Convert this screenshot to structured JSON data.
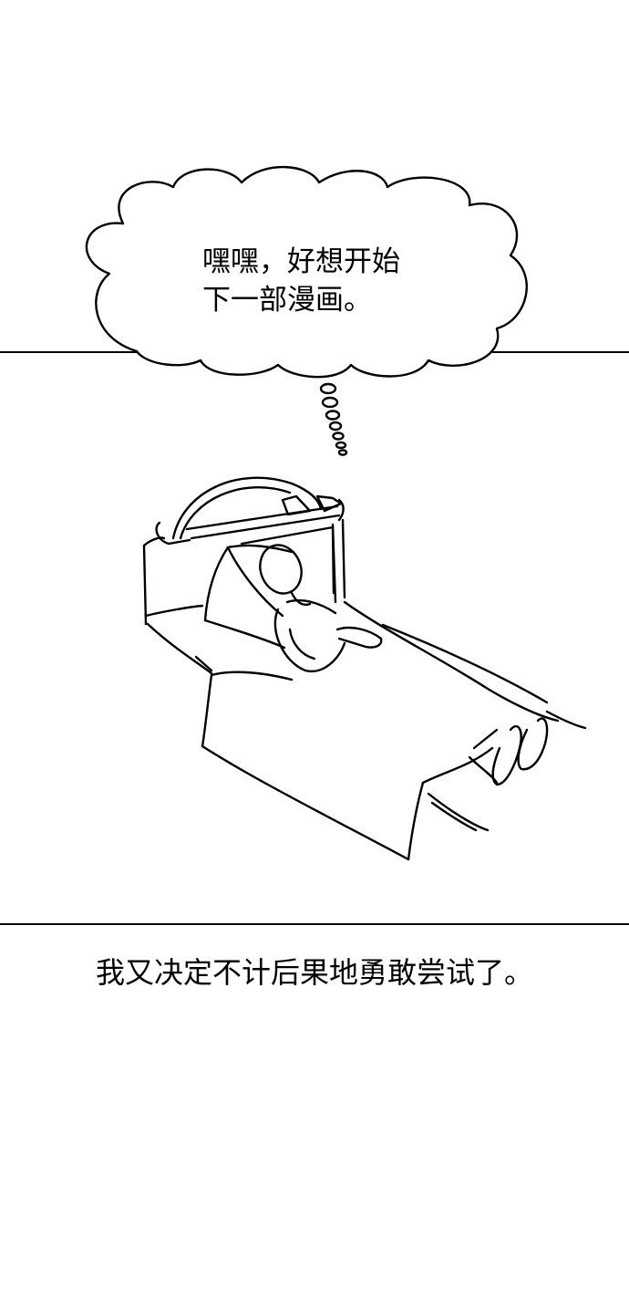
{
  "thought_bubble": {
    "line1": "嘿嘿，好想开始",
    "line2": "下一部漫画。"
  },
  "caption": {
    "text": "我又决定不计后果地勇敢尝试了。"
  }
}
